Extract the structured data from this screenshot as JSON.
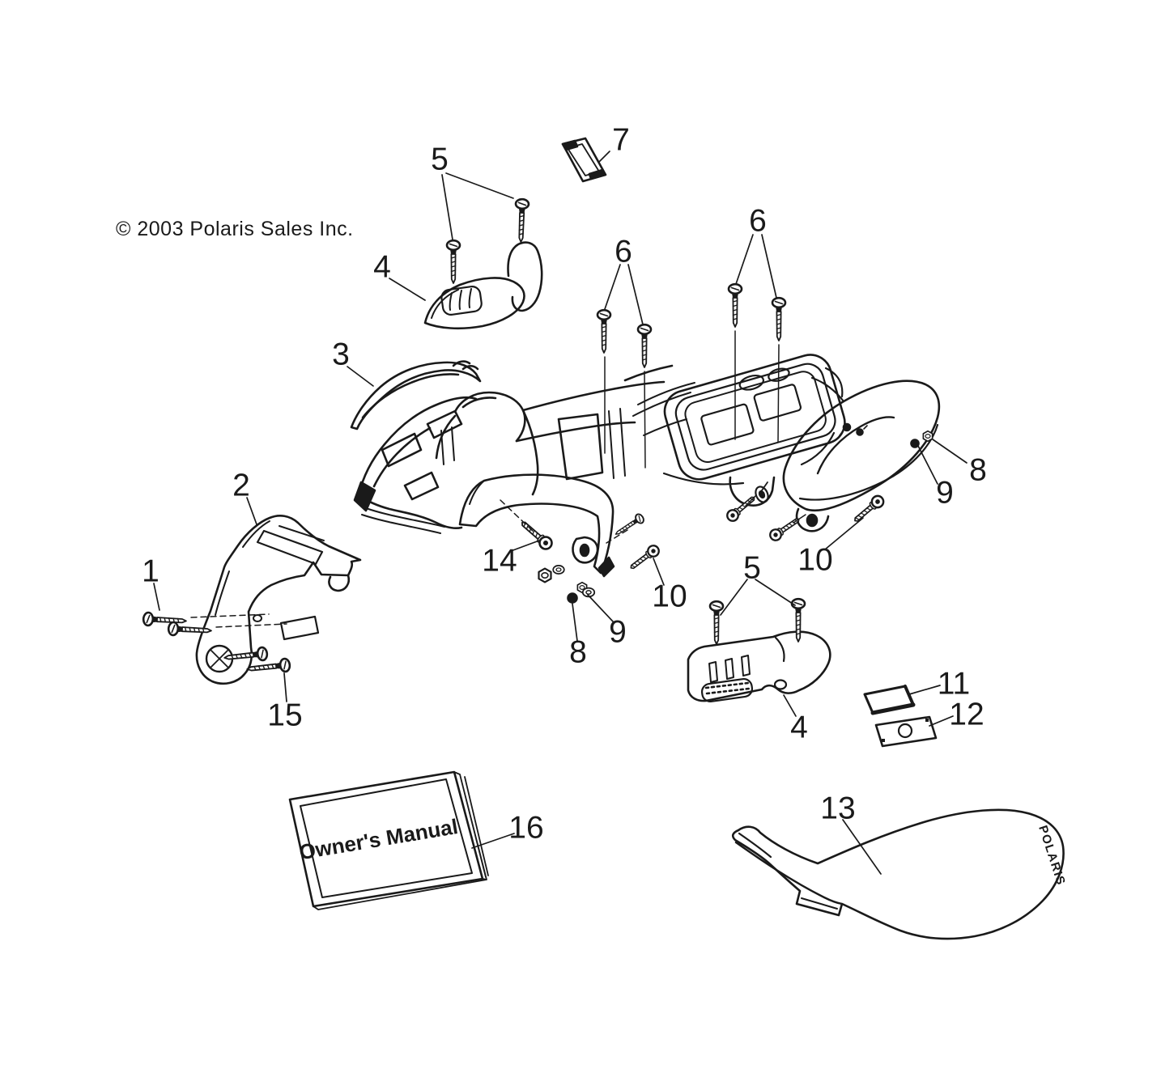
{
  "page": {
    "background_color": "#ffffff",
    "ink_color": "#1a1a1a",
    "type": "exploded-parts-diagram"
  },
  "copyright": "© 2003 Polaris Sales Inc.",
  "owners_manual": {
    "title": "Owner's Manual"
  },
  "seat": {
    "logo": "POLARIS"
  },
  "callouts": [
    {
      "num": "1"
    },
    {
      "num": "2"
    },
    {
      "num": "3"
    },
    {
      "num": "4"
    },
    {
      "num": "5"
    },
    {
      "num": "6"
    },
    {
      "num": "7"
    },
    {
      "num": "6"
    },
    {
      "num": "8"
    },
    {
      "num": "9"
    },
    {
      "num": "10"
    },
    {
      "num": "14"
    },
    {
      "num": "15"
    },
    {
      "num": "5"
    },
    {
      "num": "10"
    },
    {
      "num": "8"
    },
    {
      "num": "9"
    },
    {
      "num": "4"
    },
    {
      "num": "11"
    },
    {
      "num": "12"
    },
    {
      "num": "13"
    },
    {
      "num": "16"
    }
  ]
}
